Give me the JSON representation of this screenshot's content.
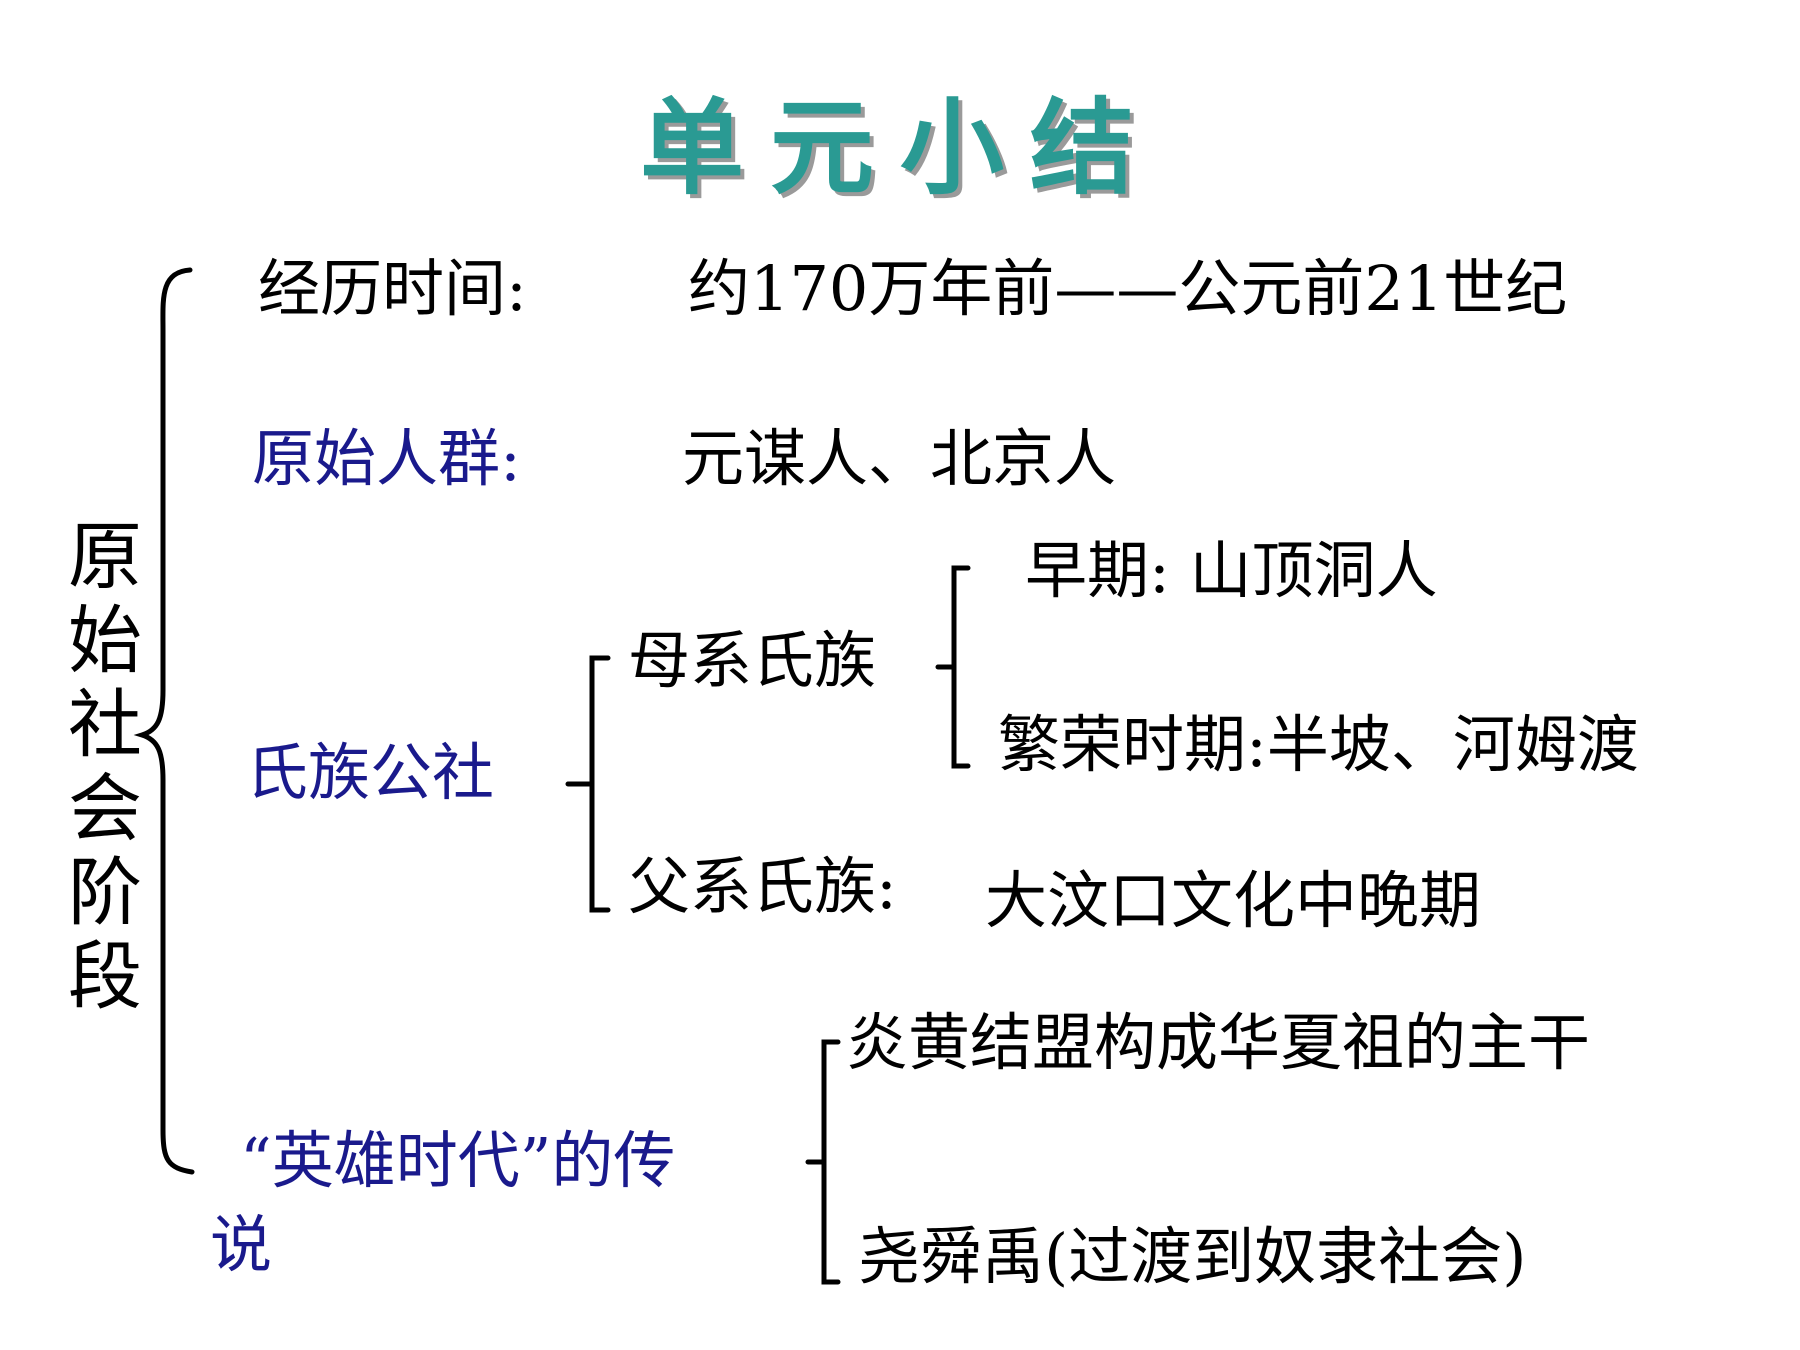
{
  "title": "单元小结",
  "root": "原始社会阶段",
  "items": {
    "time": {
      "label": "经历时间:",
      "value": "约170万年前——公元前21世纪"
    },
    "groups": {
      "label": "原始人群:",
      "value": "元谋人、北京人"
    },
    "commune": {
      "label": "氏族公社",
      "matrilineal": {
        "label": "母系氏族",
        "early": "早期:  山顶洞人",
        "prosperous": "繁荣时期:半坡、河姆渡"
      },
      "patrilineal": {
        "label": "父系氏族:",
        "value": "大汶口文化中晚期"
      }
    },
    "legend": {
      "label_line1": "“英雄时代”的传",
      "label_line2": "说",
      "point1": "炎黄结盟构成华夏祖的主干",
      "point2": "尧舜禹(过渡到奴隶社会)"
    }
  },
  "colors": {
    "title": "#2a9a93",
    "category": "#1a1a8c",
    "text": "#000000"
  }
}
